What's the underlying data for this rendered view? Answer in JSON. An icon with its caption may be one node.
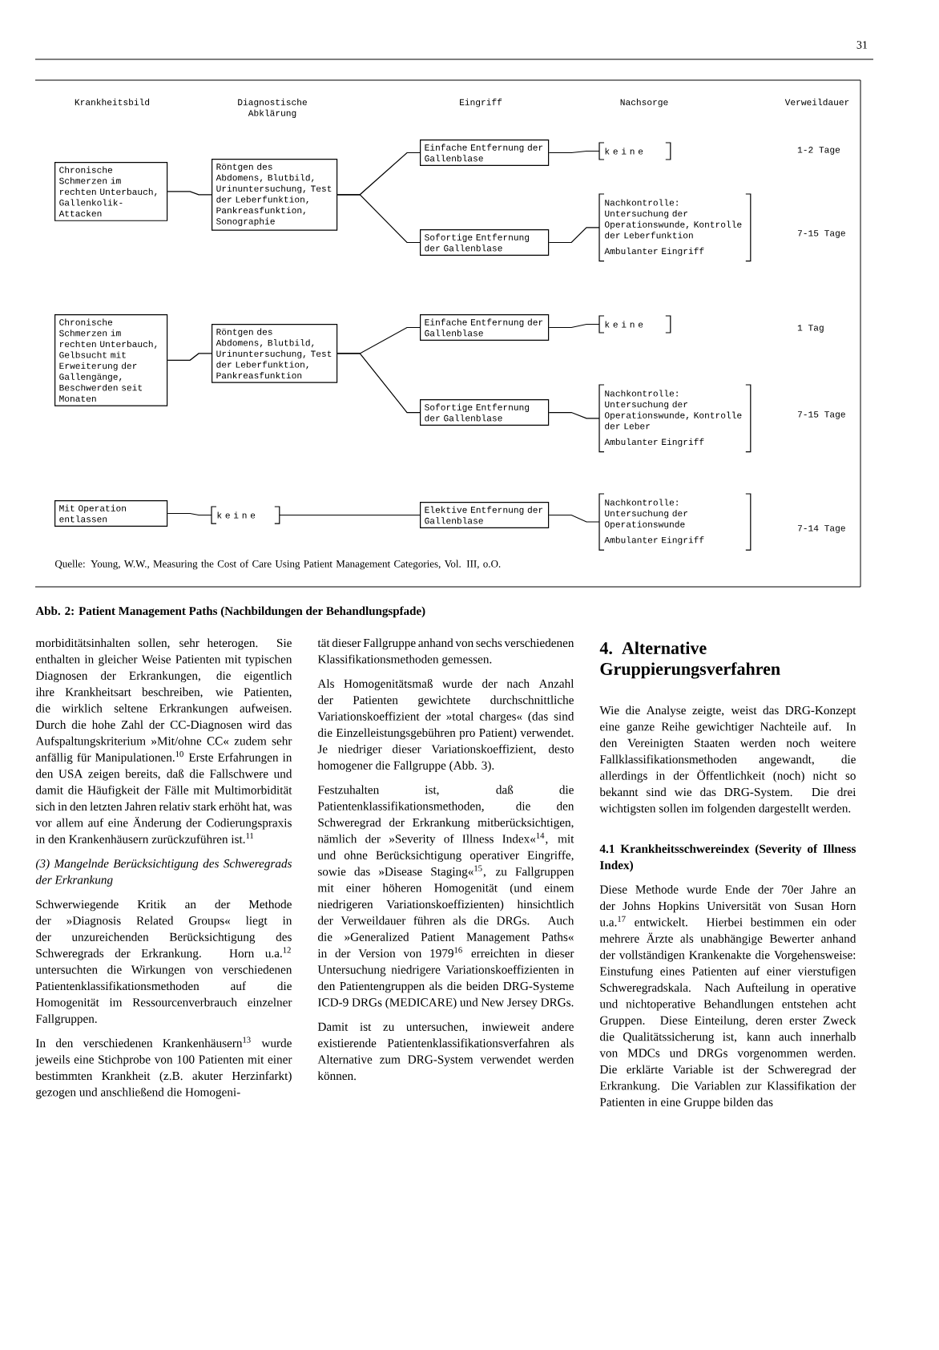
{
  "diagram": {
    "caption": "Abb. 2: Patient Management Paths (Nachbildungen der Behandlungspfade)",
    "nodes": [
      {
        "text": [
          "Chronische Schmerzen im rechten Unterbauch, Gallenkolik-Attacken"
        ]
      },
      {
        "text": [
          "Röntgen des Abdomens, Blutbild, Urinuntersuchung, Test der Leberfunktion, Pankreasfunktion, Sonographie"
        ]
      },
      {
        "text": [
          "Einfache Entfernung der Gallenblase"
        ]
      },
      {
        "text": [
          "Sofortige Entfernung der Gallenblase"
        ]
      },
      {
        "text": [
          "k e i n e"
        ]
      },
      {
        "text": [
          "Nachkontrolle: Untersuchung der Operationswunde, Kontrolle der Leberfunktion",
          "Ambulanter Eingriff"
        ]
      },
      {
        "text": [
          "Chronische Schmerzen im rechten Unterbauch, Gelbsucht mit Erweiterung der Gallengänge, Beschwerden seit Monaten"
        ]
      },
      {
        "text": [
          "Röntgen des Abdomens, Blutbild, Urinuntersuchung, Test der Leberfunktion, Pankreasfunktion"
        ]
      },
      {
        "text": [
          "Einfache Entfernung der Gallenblase"
        ]
      },
      {
        "text": [
          "Sofortige Entfernung der Gallenblase"
        ]
      },
      {
        "text": [
          "k e i n e"
        ]
      },
      {
        "text": [
          "Nachkontrolle: Untersuchung der Operationswunde, Kontrolle der Leber",
          "Ambulanter Eingriff"
        ]
      },
      {
        "text": [
          "Mit Operation entlassen"
        ]
      },
      {
        "text": [
          "k e i n e"
        ]
      },
      {
        "text": [
          "Elektive Entfernung der Gallenblase"
        ]
      },
      {
        "text": [
          "Nachkontrolle: Untersuchung der Operationswunde",
          "Ambulanter Eingriff"
        ]
      }
    ],
    "edges": [
      {
        "from": 0,
        "to": 1,
        "arrow": "none"
      },
      {
        "from": 1,
        "to": 2,
        "arrow": "none"
      },
      {
        "from": 1,
        "to": 3,
        "arrow": "none"
      },
      {
        "from": 2,
        "to": 4,
        "arrow": "none"
      },
      {
        "from": 3,
        "to": 5,
        "arrow": "none"
      },
      {
        "from": 6,
        "to": 7,
        "arrow": "none"
      },
      {
        "from": 7,
        "to": 8,
        "arrow": "none"
      },
      {
        "from": 7,
        "to": 9,
        "arrow": "none"
      },
      {
        "from": 8,
        "to": 10,
        "arrow": "none"
      },
      {
        "from": 9,
        "to": 11,
        "arrow": "none"
      },
      {
        "from": 12,
        "to": 13,
        "arrow": "none"
      },
      {
        "from": 13,
        "to": 14,
        "arrow": "none"
      },
      {
        "from": 14,
        "to": 15,
        "arrow": "none"
      }
    ],
    "labels": [
      "31",
      "Krankheitsbild",
      "Diagnostische Abklärung",
      "Eingriff",
      "Nachsorge",
      "Verweildauer",
      "1-2 Tage",
      "7-15 Tage",
      "1 Tag",
      "7-15 Tage",
      "7-14 Tage",
      "Quelle: Young, W.W., Measuring the Cost of Care Using Patient Management Categories, Vol. III, o.O.",
      "morbiditätsinhalten sollen, sehr heterogen. Sie enthalten in gleicher Weise Patienten mit typischen Diagnosen der Erkrankungen, die eigentlich ihre Krankheitsart beschreiben, wie Patienten, die wirklich seltene Erkrankungen aufweisen. Durch die hohe Zahl der CC-Diagnosen wird das Aufspaltungskriterium »Mit/ohne CC« zudem sehr anfällig für Manipulationen.$^{10}$ Erste Erfahrungen in den USA zeigen bereits, daß die Fallschwere und damit die Häufigkeit der Fälle mit Multimorbidität sich in den letzten Jahren relativ stark erhöht hat, was vor allem auf eine Änderung der Codierungspraxis in den Krankenhäusern zurückzuführen ist.$^{11}$",
      "(3) Mangelnde Berücksichtigung des Schweregrads der Erkrankung",
      "Schwerwiegende Kritik an der Methode der »Diagnosis Related Groups« liegt in der unzureichenden Berücksichtigung des Schweregrads der Erkrankung. Horn u.a.$^{12}$ untersuchten die Wirkungen von verschiedenen Patientenklassifikationsmethoden auf die Homogenität im Ressourcenverbrauch einzelner Fallgruppen.",
      "In den verschiedenen Krankenhäusern$^{13}$ wurde jeweils eine Stichprobe von 100 Patienten mit einer bestimmten Krankheit (z.B. akuter Herzinfarkt) gezogen und anschließend die Homogeni-",
      "tät dieser Fallgruppe anhand von sechs verschiedenen Klassifikationsmethoden gemessen.",
      "Als Homogenitätsmaß wurde der nach Anzahl der Patienten gewichtete durchschnittliche Variationskoeffizient der »total charges« (das sind die Einzelleistungsgebühren pro Patient) verwendet. Je niedriger dieser Variationskoeffizient, desto homogener die Fallgruppe (Abb. 3).",
      "Festzuhalten ist, daß die Patientenklassifikationsmethoden, die den Schweregrad der Erkrankung mitberücksichtigen, nämlich der »Severity of Illness Index«$^{14}$, mit und ohne Berücksichtigung operativer Eingriffe, sowie das »Disease Staging«$^{15}$, zu Fallgruppen mit einer höheren Homogenität (und einem niedrigeren Variationskoeffizienten) hinsichtlich der Verweildauer führen als die DRGs. Auch die »Generalized Patient Management Paths« in der Version von 1979$^{16}$ erreichten in dieser Untersuchung niedrigere Variationskoeffizienten in den Patientengruppen als die beiden DRG-Systeme ICD-9 DRGs (MEDICARE) und New Jersey DRGs.",
      "Damit ist zu untersuchen, inwieweit andere existierende Patientenklassifikationsverfahren als Alternative zum DRG-System verwendet werden können.",
      "4. Alternative Gruppierungsverfahren",
      "Wie die Analyse zeigte, weist das DRG-Konzept eine ganze Reihe gewichtiger Nachteile auf. In den Vereinigten Staaten werden noch weitere Fallklassifikationsmethoden angewandt, die allerdings in der Öffentlichkeit (noch) nicht so bekannt sind wie das DRG-System. Die drei wichtigsten sollen im folgenden dargestellt werden.",
      "4.1 Krankheitsschwereindex (Severity of Illness Index)",
      "Diese Methode wurde Ende der 70er Jahre an der Johns Hopkins Universität von Susan Horn u.a.$^{17}$ entwickelt. Hierbei bestimmen ein oder mehrere Ärzte als unabhängige Bewerter anhand der vollständigen Krankenakte die Vorgehensweise: Einstufung eines Patienten auf einer vierstufigen Schweregradskala. Nach Aufteilung in operative und nichtoperative Behandlungen entstehen acht Gruppen. Diese Einteilung, deren erster Zweck die Qualitätssicherung ist, kann auch innerhalb von MDCs und DRGs vorgenommen werden. Die erklärte Variable ist der Schweregrad der Erkrankung. Die Variablen zur Klassifikation der Patienten in eine Gruppe bilden das"
    ]
  }
}
